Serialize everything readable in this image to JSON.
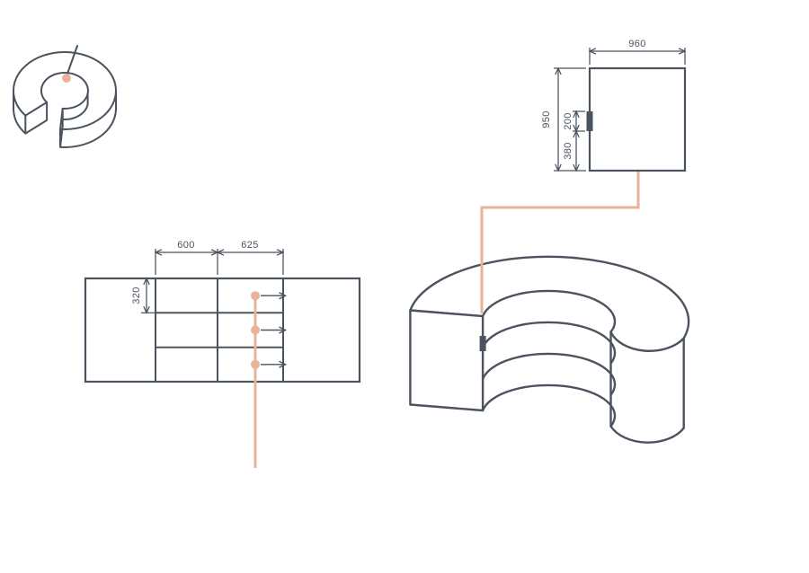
{
  "palette": {
    "background": "#ffffff",
    "line": "#4a535e",
    "accent": "#e9b29a"
  },
  "detail_panel": {
    "width": "960",
    "height": "950",
    "hinge_upper": "200",
    "hinge_lower": "380"
  },
  "elevation": {
    "bay_left": "600",
    "bay_right": "625",
    "row_height": "320"
  }
}
